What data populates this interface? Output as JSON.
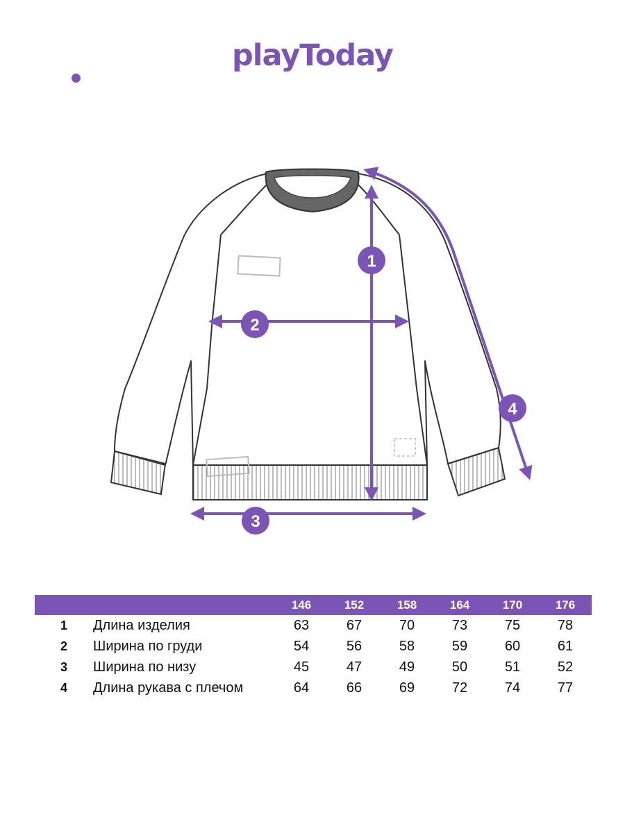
{
  "logo": {
    "text": "playToday"
  },
  "colors": {
    "accent": "#7a55b5",
    "outline": "#333333",
    "collar": "#666666"
  },
  "diagram": {
    "markers": [
      {
        "label": "1",
        "meaning": "Длина изделия"
      },
      {
        "label": "2",
        "meaning": "Ширина по груди"
      },
      {
        "label": "3",
        "meaning": "Ширина по низу"
      },
      {
        "label": "4",
        "meaning": "Длина рукава с плечом"
      }
    ]
  },
  "table": {
    "sizes": [
      "146",
      "152",
      "158",
      "164",
      "170",
      "176"
    ],
    "rows": [
      {
        "num": "1",
        "label": "Длина изделия",
        "values": [
          "63",
          "67",
          "70",
          "73",
          "75",
          "78"
        ]
      },
      {
        "num": "2",
        "label": "Ширина по груди",
        "values": [
          "54",
          "56",
          "58",
          "59",
          "60",
          "61"
        ]
      },
      {
        "num": "3",
        "label": "Ширина по низу",
        "values": [
          "45",
          "47",
          "49",
          "50",
          "51",
          "52"
        ]
      },
      {
        "num": "4",
        "label": "Длина рукава с плечом",
        "values": [
          "64",
          "66",
          "69",
          "72",
          "74",
          "77"
        ]
      }
    ]
  }
}
